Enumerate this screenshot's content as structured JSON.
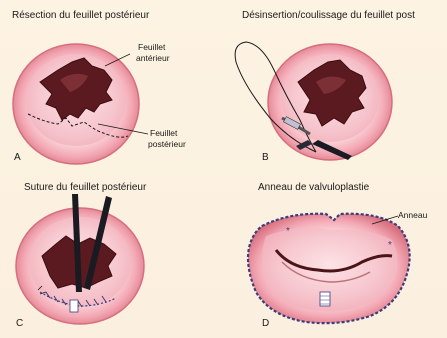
{
  "panels": [
    {
      "letter": "A",
      "title": "Résection du feuillet postérieur",
      "labels": [
        "Feuillet",
        "antérieur",
        "Feuillet",
        "postérieur"
      ]
    },
    {
      "letter": "B",
      "title": "Désinsertion/coulissage du feuillet post",
      "labels": []
    },
    {
      "letter": "C",
      "title": "Suture du feuillet postérieur",
      "labels": []
    },
    {
      "letter": "D",
      "title": "Anneau de valvuloplastie",
      "labels": [
        "Anneau"
      ]
    }
  ],
  "colors": {
    "background": "#fdf3e2",
    "valve_rim": "#e98f9e",
    "valve_inner": "#f7c6cc",
    "leaflet_dark": "#4a1418",
    "suture": "#3d3d7a"
  }
}
